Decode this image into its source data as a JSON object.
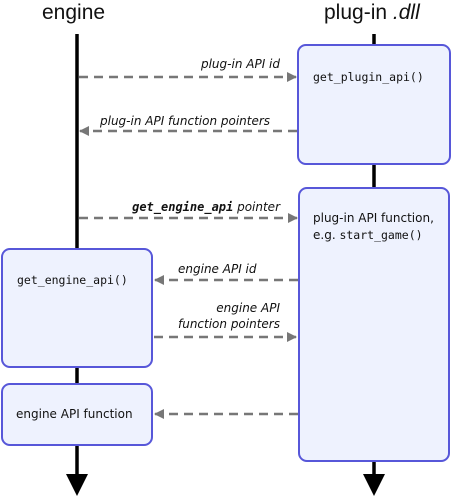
{
  "headers": {
    "engine": "engine",
    "plugin_prefix": "plug-in ",
    "plugin_ext": ".dll"
  },
  "boxes": {
    "get_plugin_api": "get_plugin_api()",
    "plugin_api_function_line1": "plug-in API function,",
    "plugin_api_function_prefix": "e.g. ",
    "plugin_api_function_example": "start_game()",
    "get_engine_api": "get_engine_api()",
    "engine_api_function": "engine API function"
  },
  "messages": {
    "plugin_api_id": "plug-in API id",
    "plugin_api_function_pointers": "plug-in API function pointers",
    "get_engine_api_name": "get_engine_api",
    "get_engine_api_suffix": " pointer",
    "engine_api_id": "engine API id",
    "engine_api_fp_line1": "engine API",
    "engine_api_fp_line2": "function pointers"
  },
  "colors": {
    "box_fill": "#eef2fe",
    "box_stroke": "#5757d9",
    "lifeline": "#000000",
    "dashed_arrow": "#777777"
  }
}
